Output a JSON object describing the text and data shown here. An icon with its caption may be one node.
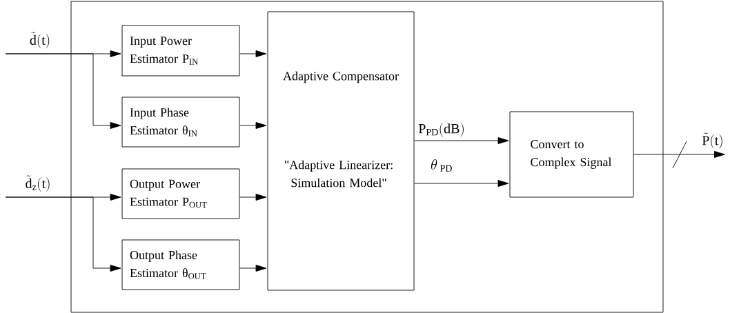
{
  "diagram": {
    "nodes": [
      {
        "text": [],
        "shape": "box"
      },
      {
        "text": [
          "Input Power Estimator  P$_{IN}$"
        ],
        "in": 0
      },
      {
        "text": [
          "Input Phase Estimator  θ$_{IN}$"
        ],
        "in": 0
      },
      {
        "text": [
          "Output Power Estimator P$_{OUT}$"
        ],
        "in": 0
      },
      {
        "text": [
          "Output Phase Estimator θ$_{OUT}$"
        ],
        "in": 0
      },
      {
        "text": [
          "Adaptive Compensator",
          "\"Adaptive Linearizer: Simulation Model\""
        ],
        "in": 0
      },
      {
        "text": [
          "Convert to Complex Signal"
        ],
        "in": 0
      }
    ],
    "edges": [
      {
        "from": null,
        "to": 1,
        "arrow": "to",
        "label": "\\tilde{\\mathrm{d}}(\\mathrm{t})"
      },
      {
        "from": null,
        "to": 2,
        "arrow": "to"
      },
      {
        "from": null,
        "to": 3,
        "arrow": "to",
        "label": "\\tilde{\\mathrm{d}}_{\\mathrm{z}}(\\mathrm{t})"
      },
      {
        "from": null,
        "to": 4,
        "arrow": "to"
      },
      {
        "from": 1,
        "to": 5,
        "arrow": "to"
      },
      {
        "from": 2,
        "to": 5,
        "arrow": "to"
      },
      {
        "from": 3,
        "to": 5,
        "arrow": "to"
      },
      {
        "from": 4,
        "to": 5,
        "arrow": "to"
      },
      {
        "from": 5,
        "to": 6,
        "arrow": "to",
        "label": "\\mathrm{P}_{\\mathrm{PD}}(\\mathrm{dB})"
      },
      {
        "from": 5,
        "to": 6,
        "arrow": "to",
        "label": "\\theta_{\\;\\mathrm{PD}}"
      },
      {
        "from": 6,
        "to": null,
        "arrow": "to",
        "label": "\\tilde{\\mathrm{P}}(\\mathrm{t})"
      }
    ]
  }
}
